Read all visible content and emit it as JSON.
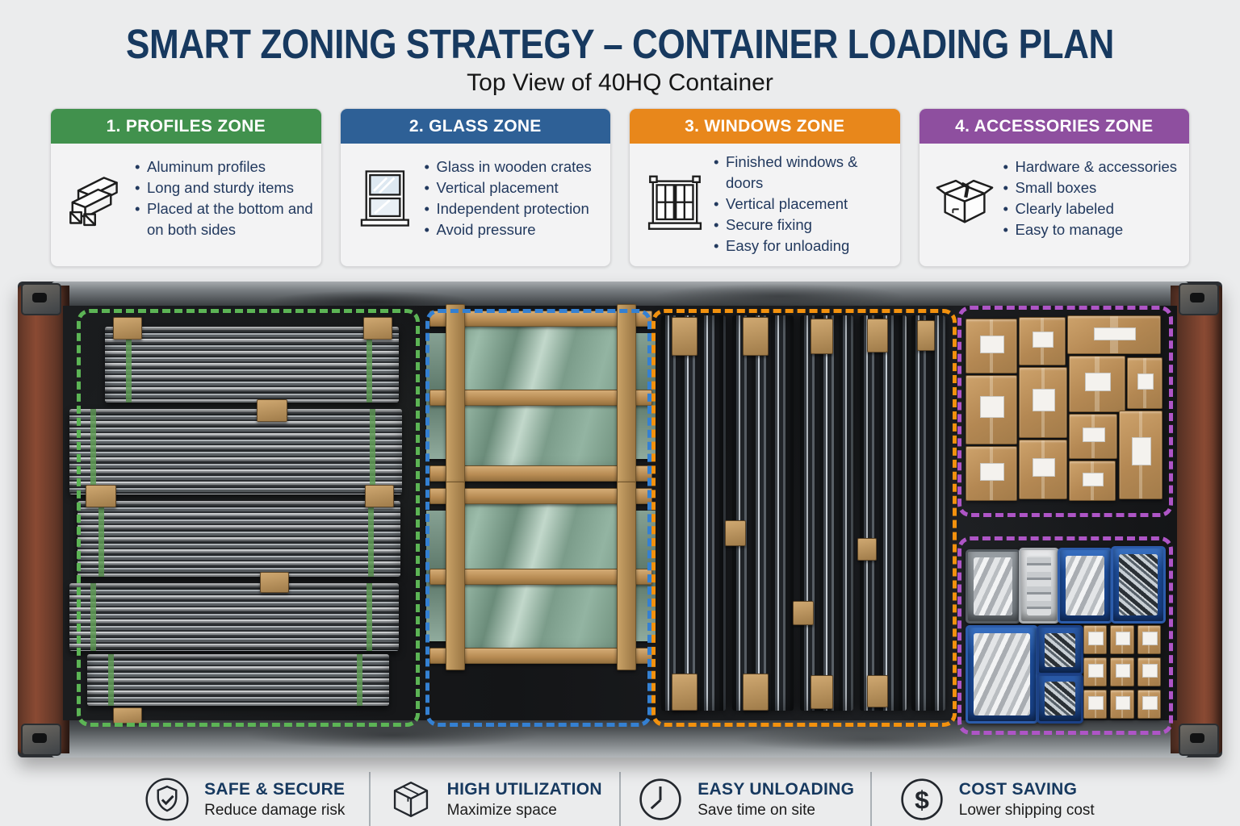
{
  "title": "SMART ZONING STRATEGY – CONTAINER LOADING PLAN",
  "subtitle": "Top View of 40HQ Container",
  "zones": [
    {
      "label": "1. PROFILES ZONE",
      "header_color": "#41914d",
      "dash_color": "#5cb455",
      "icon": "aluminum-profiles-icon",
      "bullets": [
        "Aluminum profiles",
        "Long and sturdy items",
        "Placed at the bottom and on both sides"
      ]
    },
    {
      "label": "2. GLASS ZONE",
      "header_color": "#2e6096",
      "dash_color": "#3480d2",
      "icon": "glass-window-icon",
      "bullets": [
        "Glass in wooden crates",
        "Vertical placement",
        "Independent protection",
        "Avoid pressure"
      ]
    },
    {
      "label": "3. WINDOWS ZONE",
      "header_color": "#e8871b",
      "dash_color": "#f2910e",
      "icon": "casement-window-icon",
      "bullets": [
        "Finished windows & doors",
        "Vertical placement",
        "Secure fixing",
        "Easy for unloading"
      ]
    },
    {
      "label": "4. ACCESSORIES ZONE",
      "header_color": "#8e4f9f",
      "dash_color": "#ae55c6",
      "icon": "open-box-icon",
      "bullets": [
        "Hardware & accessories",
        "Small boxes",
        "Clearly labeled",
        "Easy to manage"
      ]
    }
  ],
  "benefits": [
    {
      "title": "SAFE & SECURE",
      "subtitle": "Reduce damage risk",
      "icon": "shield-check-icon"
    },
    {
      "title": "HIGH UTILIZATION",
      "subtitle": "Maximize space",
      "icon": "cube-icon"
    },
    {
      "title": "EASY UNLOADING",
      "subtitle": "Save time on site",
      "icon": "clock-icon"
    },
    {
      "title": "COST SAVING",
      "subtitle": "Lower shipping cost",
      "icon": "dollar-icon",
      "icon_glyph": "$"
    }
  ]
}
